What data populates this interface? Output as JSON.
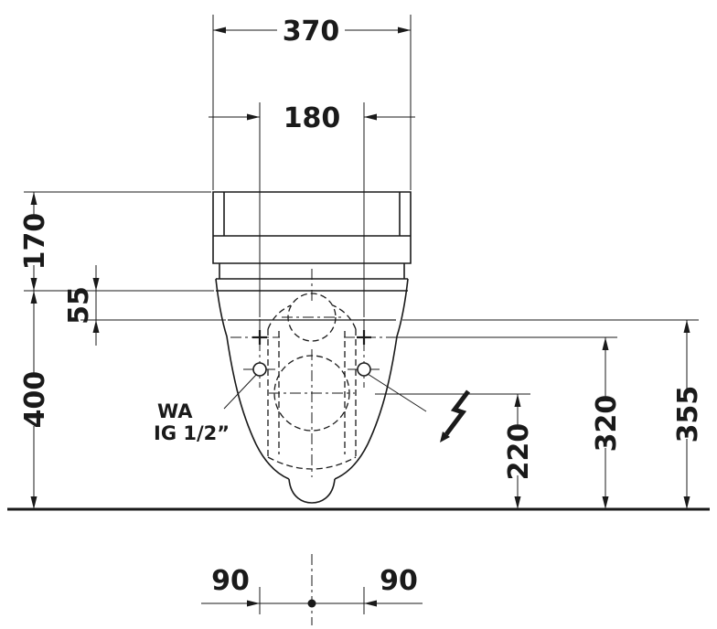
{
  "colors": {
    "line": "#1a1a1a",
    "background": "#ffffff"
  },
  "dimensions": {
    "top_width": "370",
    "hole_spacing": "180",
    "tank_height": "170",
    "rim_offset": "55",
    "seat_height": "400",
    "bottom_left_offset": "90",
    "bottom_right_offset": "90",
    "outlet_height": "220",
    "fixing_height": "320",
    "supply_height": "355"
  },
  "labels": {
    "water_line1": "WA",
    "water_line2": "IG 1/2”"
  }
}
